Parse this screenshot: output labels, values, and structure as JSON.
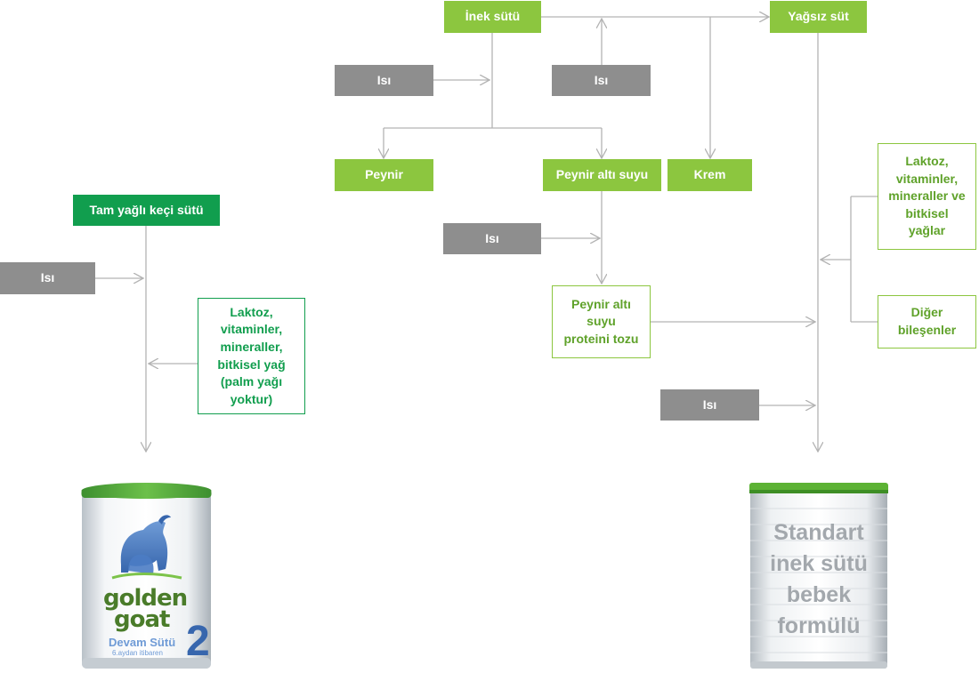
{
  "nodes": {
    "inek_sutu": "İnek sütü",
    "yagsiz_sut": "Yağsız süt",
    "isi": "Isı",
    "peynir": "Peynir",
    "peynir_alti_suyu": "Peynir altı suyu",
    "krem": "Krem",
    "tam_yagli_keci_sutu": "Tam yağlı keçi sütü",
    "keci_katkilar": "Laktoz,\nvitaminler,\nmineraller,\nbitkisel yağ\n(palm yağı\nyoktur)",
    "peynir_alti_protein": "Peynir altı\nsuyu\nproteini tozu",
    "inek_katkilar": "Laktoz,\nvitaminler,\nmineraller ve\nbitkisel\nyağlar",
    "diger": "Diğer\nbileşenler"
  },
  "products": {
    "golden_goat": {
      "brand_line1": "golden",
      "brand_line2": "goat",
      "variant": "Devam Sütü",
      "age": "6.aydan itibaren",
      "stage": "2"
    },
    "standard_can_text": "Standart\ninek sütü\nbebek\nformülü"
  },
  "colors": {
    "lime": "#8cc63f",
    "dark_green": "#119e4e",
    "grey": "#8e8e8e",
    "arrow": "#b3b3b3"
  }
}
